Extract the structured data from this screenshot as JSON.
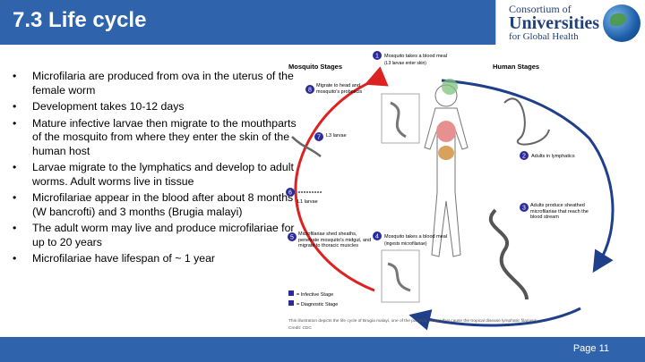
{
  "slide": {
    "title": "7.3 Life cycle",
    "page_label": "Page 11"
  },
  "logo": {
    "line1": "Consortium of",
    "line2": "Universities",
    "line3": "for Global Health"
  },
  "bullets": [
    "Microfilaria are produced from ova  in the uterus of the female worm",
    "Development takes 10-12 days",
    "Mature infective larvae then  migrate to the mouthparts of the  mosquito from where they enter  the skin of the human host",
    "Larvae migrate to the lymphatics  and develop to adult worms. Adult  worms live in tissue",
    "Microfilariae appear in the blood  after about 8 months (W bancrofti)  and 3 months (Brugia malayi)",
    "The adult worm may live and  produce microfilariae for up to 20  years",
    "Microfilariae have lifespan of ~ 1  year"
  ],
  "diagram": {
    "mosquito_stages": "Mosquito Stages",
    "human_stages": "Human Stages",
    "steps": [
      {
        "num": "1",
        "text": "Mosquito takes a blood meal",
        "sub": "(L3 larvae enter skin)"
      },
      {
        "num": "2",
        "text": "Adults in lymphatics"
      },
      {
        "num": "3",
        "text": "Adults produce sheathed microfilariae that reach the blood stream"
      },
      {
        "num": "4",
        "text": "Mosquito takes a blood meal",
        "sub": "(ingests microfilariae)"
      },
      {
        "num": "5",
        "text": "Microfilariae shed sheaths, penetrate mosquito's midgut, and migrate to thoracic muscles"
      },
      {
        "num": "6",
        "text": "L1 larvae"
      },
      {
        "num": "7",
        "text": "L3 larvae"
      },
      {
        "num": "8",
        "text": "Migrate to head and mosquito's proboscis"
      }
    ],
    "legend_infective": "= Infective Stage",
    "legend_diagnostic": "= Diagnostic Stage",
    "caption1": "This illustration depicts the life cycle of Brugia malayi, one of the parasitic worms that cause the tropical disease lymphatic filariasis.",
    "caption2": "Credit: CDC"
  }
}
